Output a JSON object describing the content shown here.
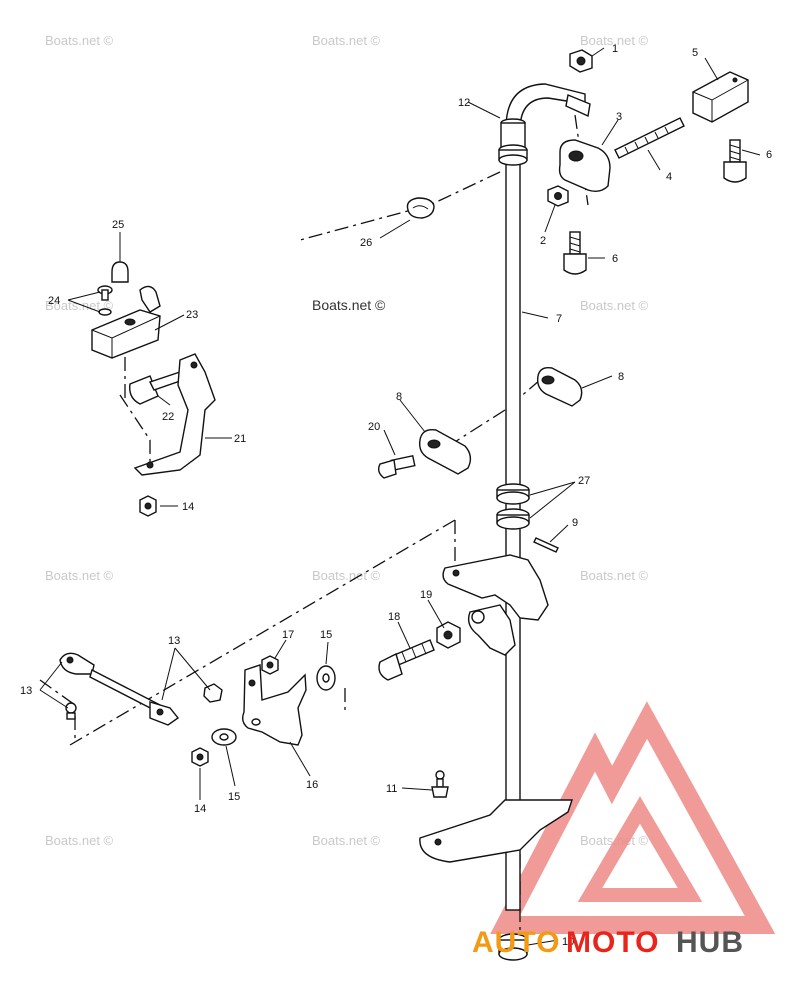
{
  "watermark": "Boats.net ©",
  "brand": {
    "part1": "AUTO",
    "part2": "MOTO",
    "part3": "HUB",
    "color_red": "#e8241b",
    "color_orange": "#f29a14",
    "color_gray": "#555555"
  },
  "callouts": {
    "c1": "1",
    "c2": "2",
    "c3": "3",
    "c4": "4",
    "c5": "5",
    "c6a": "6",
    "c6b": "6",
    "c7": "7",
    "c8a": "8",
    "c8b": "8",
    "c9": "9",
    "c10": "10",
    "c11": "11",
    "c12": "12",
    "c13a": "13",
    "c13b": "13",
    "c14a": "14",
    "c14b": "14",
    "c15a": "15",
    "c15b": "15",
    "c16": "16",
    "c17": "17",
    "c18": "18",
    "c19": "19",
    "c20": "20",
    "c21": "21",
    "c22": "22",
    "c23": "23",
    "c24": "24",
    "c25": "25",
    "c26": "26",
    "c27": "27"
  }
}
